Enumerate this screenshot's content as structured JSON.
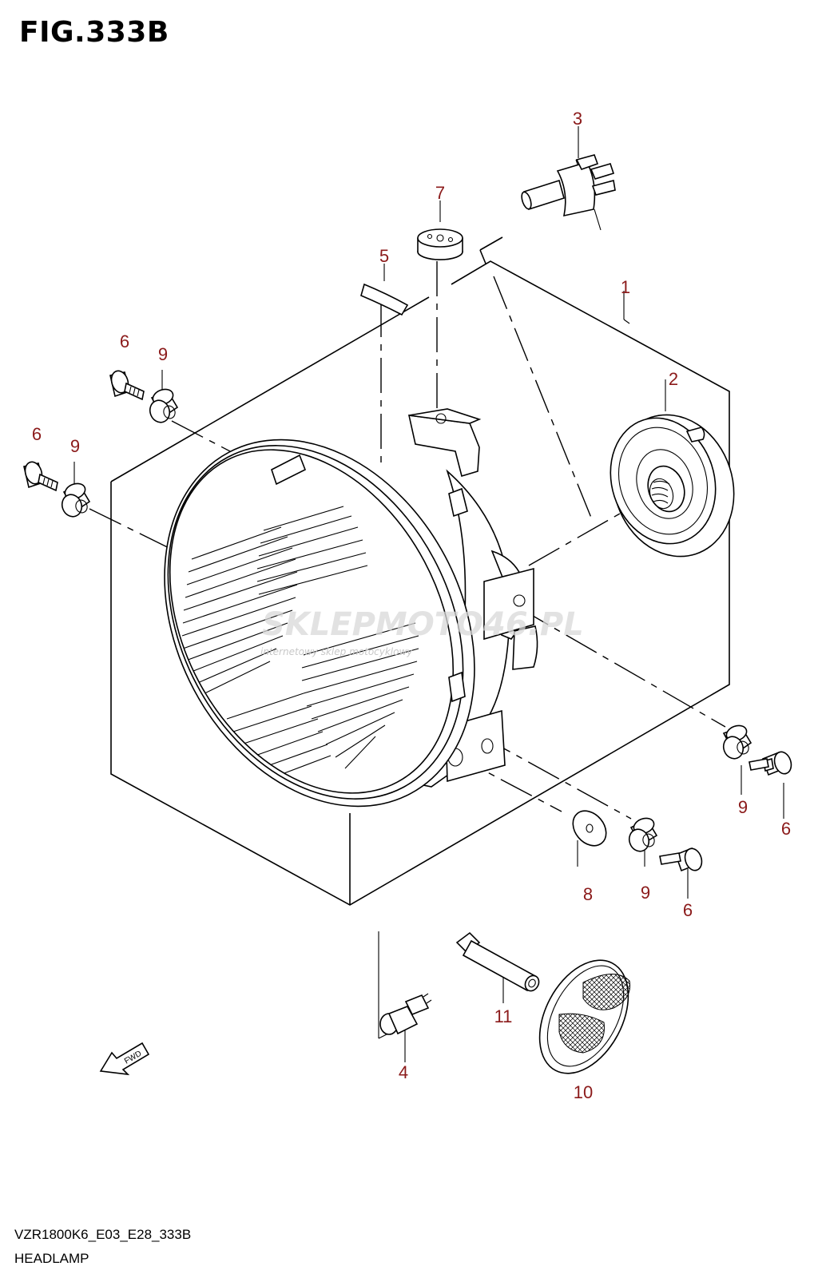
{
  "figure": {
    "title": "FIG.333B",
    "code": "VZR1800K6_E03_E28_333B",
    "name": "HEADLAMP"
  },
  "callouts": [
    "1",
    "2",
    "3",
    "4",
    "5",
    "6",
    "7",
    "8",
    "9",
    "10",
    "11"
  ],
  "fwd_label": "FWD",
  "watermark": {
    "main": "SKLEPMOTO46.PL",
    "sub": "internetowy sklep motocyklowy"
  },
  "colors": {
    "callout": "#8b1a1a",
    "line": "#000000",
    "watermark": "#d8d8d8"
  }
}
